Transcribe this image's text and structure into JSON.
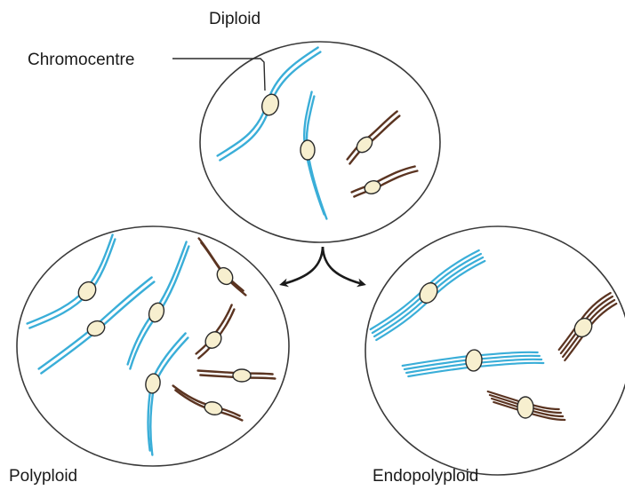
{
  "labels": {
    "diploid": "Diploid",
    "chromocentre": "Chromocentre",
    "polyploid": "Polyploid",
    "endopolyploid": "Endopolyploid"
  },
  "colors": {
    "blue_chromosome": "#3aaed8",
    "brown_chromosome": "#5b3421",
    "centromere_fill": "#f7efcf",
    "outline": "#3a3a3a"
  }
}
